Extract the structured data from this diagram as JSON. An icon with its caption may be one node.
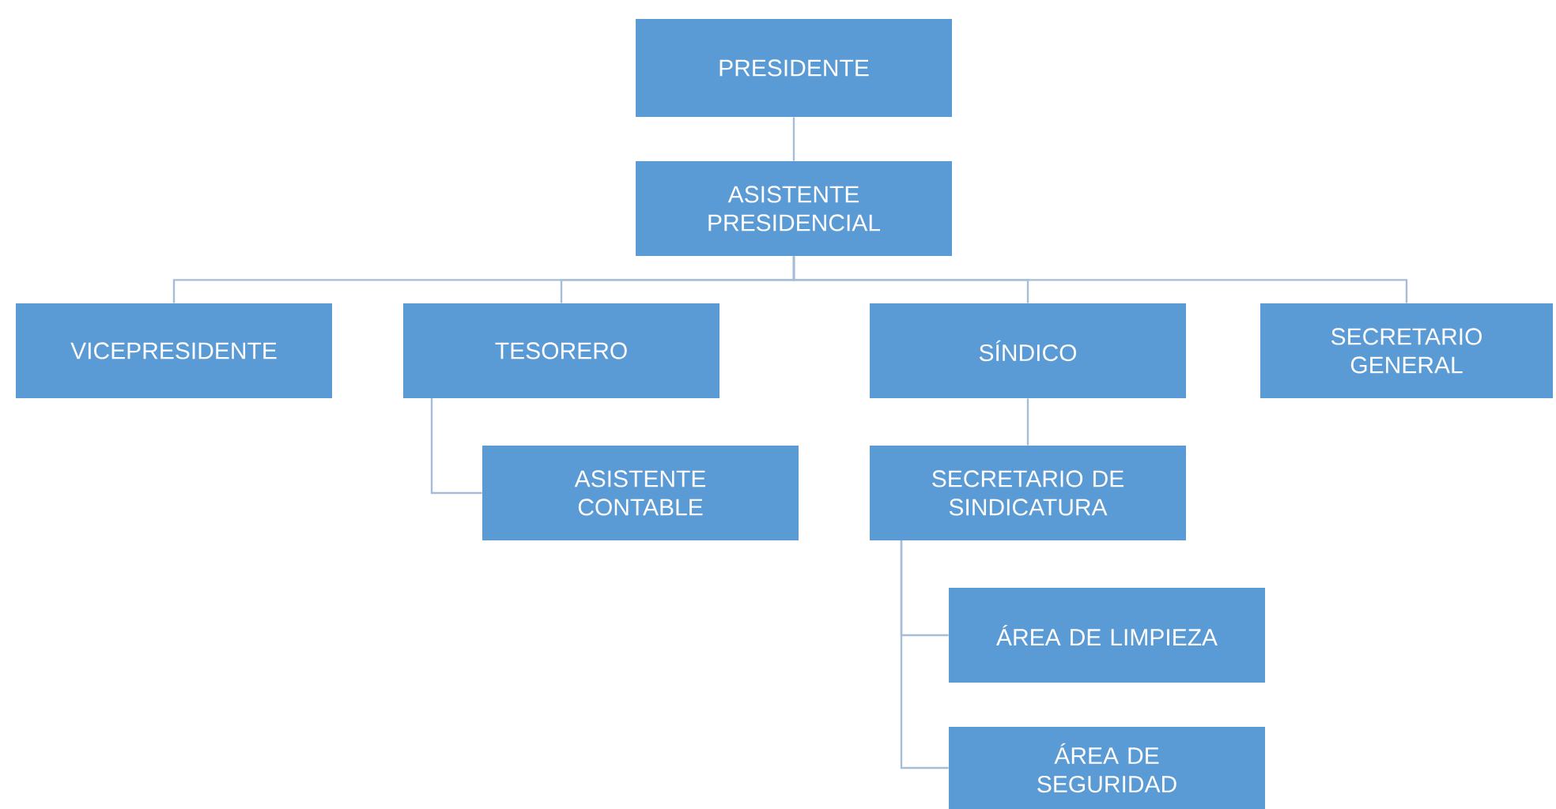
{
  "diagram": {
    "nodes": [
      {
        "text": [
          "PRESIDENTE"
        ]
      },
      {
        "text": [
          "ASISTENTE PRESIDENCIAL"
        ]
      },
      {
        "text": [
          "VICEPRESIDENTE"
        ]
      },
      {
        "text": [
          "TESORERO"
        ]
      },
      {
        "text": [
          "SÍNDICO"
        ]
      },
      {
        "text": [
          "SECRETARIO GENERAL"
        ]
      },
      {
        "text": [
          "ASISTENTE CONTABLE"
        ]
      },
      {
        "text": [
          "SECRETARIO DE SINDICATURA"
        ]
      },
      {
        "text": [
          "ÁREA DE LIMPIEZA"
        ]
      },
      {
        "text": [
          "ÁREA DE SEGURIDAD"
        ]
      }
    ],
    "edges": [
      {
        "from": 0,
        "to": 1,
        "arrow": "none"
      },
      {
        "from": 1,
        "to": 2,
        "arrow": "none"
      },
      {
        "from": 1,
        "to": 3,
        "arrow": "none"
      },
      {
        "from": 1,
        "to": 4,
        "arrow": "none"
      },
      {
        "from": 1,
        "to": 5,
        "arrow": "none"
      },
      {
        "from": 3,
        "to": 6,
        "arrow": "none"
      },
      {
        "from": 4,
        "to": 7,
        "arrow": "none"
      },
      {
        "from": 7,
        "to": 8,
        "arrow": "none"
      },
      {
        "from": 7,
        "to": 9,
        "arrow": "none"
      }
    ]
  }
}
